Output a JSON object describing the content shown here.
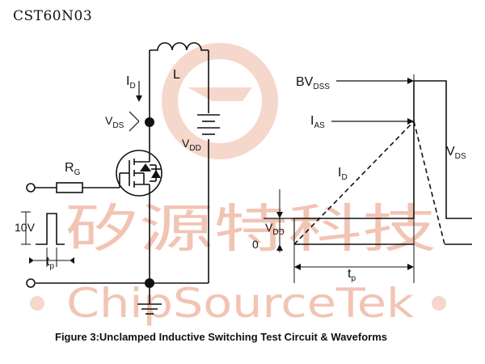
{
  "header": {
    "part_number": "CST60N03"
  },
  "caption": "Figure 3:Unclamped Inductive Switching Test Circuit & Waveforms",
  "watermark": {
    "cjk": "矽源特科技",
    "latin": "ChipSourceTek",
    "color": "#f2c4b4"
  },
  "circuit": {
    "inductor": "L",
    "drain_current": {
      "main": "I",
      "sub": "D"
    },
    "vds": {
      "main": "V",
      "sub": "DS"
    },
    "vdd": {
      "main": "V",
      "sub": "DD"
    },
    "gate_resistor": {
      "main": "R",
      "sub": "G"
    },
    "pulse_amplitude": "10V",
    "pulse_width": {
      "main": "t",
      "sub": "p"
    }
  },
  "waveforms": {
    "bvdss": {
      "main": "BV",
      "sub": "DSS"
    },
    "ias": {
      "main": "I",
      "sub": "AS"
    },
    "id": {
      "main": "I",
      "sub": "D"
    },
    "vds": {
      "main": "V",
      "sub": "DS"
    },
    "vdd": {
      "main": "V",
      "sub": "DD"
    },
    "zero": "0",
    "tp": {
      "main": "t",
      "sub": "p"
    }
  }
}
